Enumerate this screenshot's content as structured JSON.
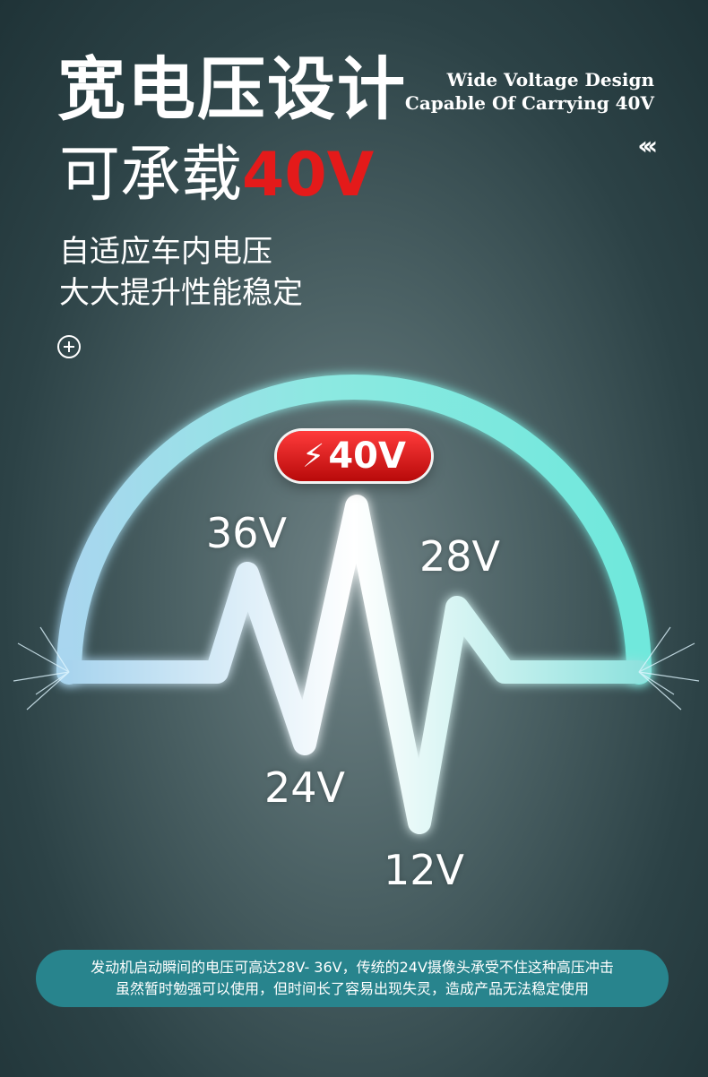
{
  "headline": {
    "line1": "宽电压设计",
    "line2_prefix": "可承载",
    "line2_highlight": "40V"
  },
  "english": {
    "line1": "Wide Voltage Design",
    "line2": "Capable Of Carrying 40V",
    "chevrons": "‹‹‹"
  },
  "subtitle": {
    "line1": "自适应车内电压",
    "line2": "大大提升性能稳定"
  },
  "gauge": {
    "badge_icon": "⚡",
    "badge_label": "40V",
    "labels": {
      "v36": "36V",
      "v28": "28V",
      "v24": "24V",
      "v12": "12V"
    }
  },
  "colors": {
    "accent_red": "#e41a1a",
    "arc_teal": "#7fe7df",
    "note_bg": "#28848d"
  },
  "note": {
    "line1": "发动机启动瞬间的电压可高达28V- 36V，传统的24V摄像头承受不住这种高压冲击",
    "line2": "虽然暂时勉强可以使用，但时间长了容易出现失灵，造成产品无法稳定使用"
  }
}
